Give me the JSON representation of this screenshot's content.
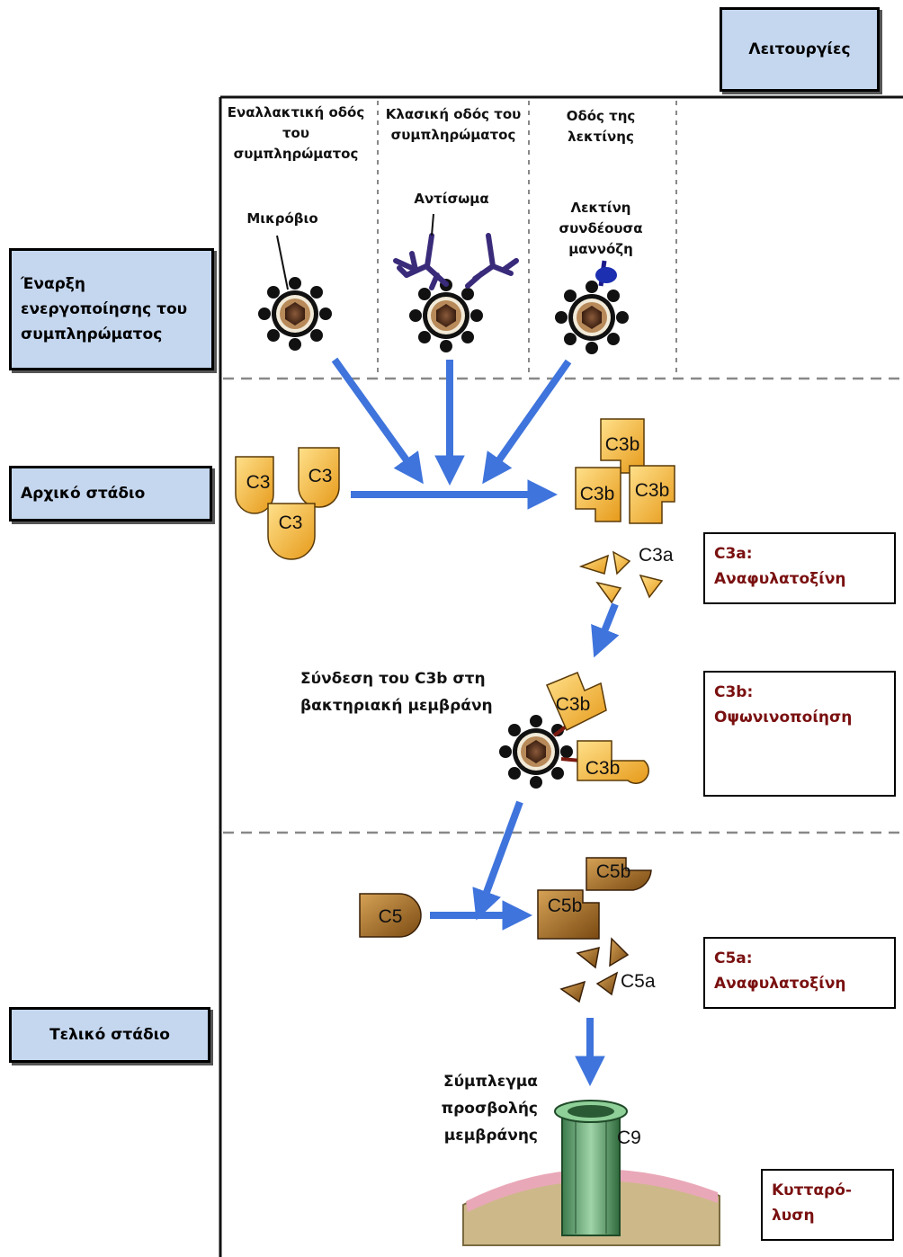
{
  "header": {
    "functions_label": "Λειτουργίες"
  },
  "stages": {
    "initiation": "Έναρξη ενεργοποίησης του συμπληρώματος",
    "early": "Αρχικό στάδιο",
    "late": "Τελικό στάδιο"
  },
  "pathways": {
    "alternative": "Εναλλακτική οδός του συμπληρώματος",
    "classical": "Κλασική οδός του συμπληρώματος",
    "lectin": "Οδός της λεκτίνης"
  },
  "labels": {
    "microbe": "Μικρόβιο",
    "antibody": "Αντίσωμα",
    "mbl": "Λεκτίνη συνδέουσα μαννόζη",
    "c3b_binding": "Σύνδεση του C3b στη βακτηριακή μεμβράνη",
    "mac": "Σύμπλεγμα προσβολής μεμβράνης"
  },
  "molecules": {
    "c3": "C3",
    "c3b": "C3b",
    "c3a": "C3a",
    "c5": "C5",
    "c5b": "C5b",
    "c5a": "C5a",
    "c9": "C9"
  },
  "functions": {
    "c3a": "C3a: Αναφυλατοξίνη",
    "c3b": "C3b: Οψωνινοποίηση",
    "c5a": "C5a: Αναφυλατοξίνη",
    "lysis": "Κυτταρό- λυση"
  },
  "colors": {
    "box_blue": "#c5d7ef",
    "arrow": "#3f74dc",
    "c3_fill": "#f5b731",
    "c5_fill": "#a9742a",
    "function_text": "#7a1010"
  }
}
